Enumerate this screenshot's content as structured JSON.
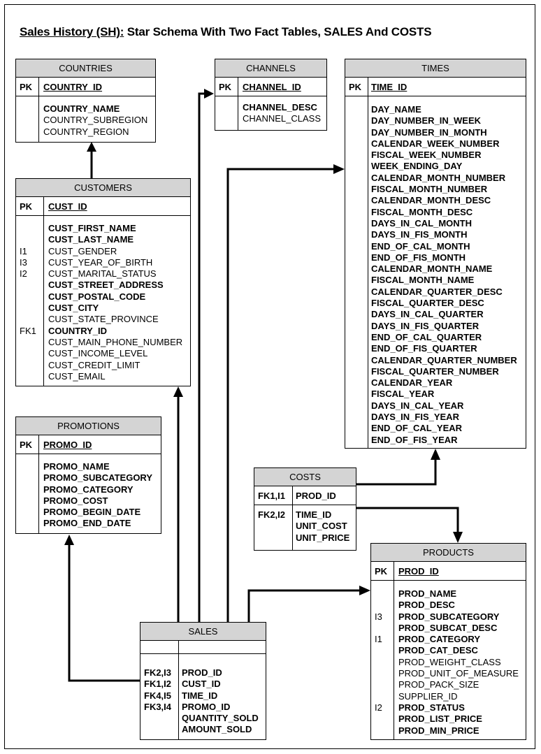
{
  "title": {
    "main": "Sales History (SH):",
    "rest": " Star Schema With Two Fact Tables, SALES And COSTS"
  },
  "tables": {
    "countries": {
      "name": "COUNTRIES",
      "pk_key": "PK",
      "pk_col": "COUNTRY_ID",
      "keys": [
        "",
        "",
        ""
      ],
      "cols": [
        "COUNTRY_NAME",
        "COUNTRY_SUBREGION",
        "COUNTRY_REGION"
      ],
      "bold": [
        true,
        false,
        false
      ]
    },
    "channels": {
      "name": "CHANNELS",
      "pk_key": "PK",
      "pk_col": "CHANNEL_ID",
      "keys": [
        "",
        ""
      ],
      "cols": [
        "CHANNEL_DESC",
        "CHANNEL_CLASS"
      ],
      "bold": [
        true,
        false
      ]
    },
    "times": {
      "name": "TIMES",
      "pk_key": "PK",
      "pk_col": "TIME_ID",
      "keys": [],
      "cols": [
        "DAY_NAME",
        "DAY_NUMBER_IN_WEEK",
        "DAY_NUMBER_IN_MONTH",
        "CALENDAR_WEEK_NUMBER",
        "FISCAL_WEEK_NUMBER",
        "WEEK_ENDING_DAY",
        "CALENDAR_MONTH_NUMBER",
        "FISCAL_MONTH_NUMBER",
        "CALENDAR_MONTH_DESC",
        "FISCAL_MONTH_DESC",
        "DAYS_IN_CAL_MONTH",
        "DAYS_IN_FIS_MONTH",
        "END_OF_CAL_MONTH",
        "END_OF_FIS_MONTH",
        "CALENDAR_MONTH_NAME",
        "FISCAL_MONTH_NAME",
        "CALENDAR_QUARTER_DESC",
        "FISCAL_QUARTER_DESC",
        "DAYS_IN_CAL_QUARTER",
        "DAYS_IN_FIS_QUARTER",
        "END_OF_CAL_QUARTER",
        "END_OF_FIS_QUARTER",
        "CALENDAR_QUARTER_NUMBER",
        "FISCAL_QUARTER_NUMBER",
        "CALENDAR_YEAR",
        "FISCAL_YEAR",
        "DAYS_IN_CAL_YEAR",
        "DAYS_IN_FIS_YEAR",
        "END_OF_CAL_YEAR",
        "END_OF_FIS_YEAR"
      ],
      "bold": [
        true,
        true,
        true,
        true,
        true,
        true,
        true,
        true,
        true,
        true,
        true,
        true,
        true,
        true,
        true,
        true,
        true,
        true,
        true,
        true,
        true,
        true,
        true,
        true,
        true,
        true,
        true,
        true,
        true,
        true
      ]
    },
    "customers": {
      "name": "CUSTOMERS",
      "pk_key": "PK",
      "pk_col": "CUST_ID",
      "keys": [
        "",
        "",
        "I1",
        "I3",
        "I2",
        "",
        "",
        "",
        "",
        "FK1",
        "",
        "",
        "",
        ""
      ],
      "cols": [
        "CUST_FIRST_NAME",
        "CUST_LAST_NAME",
        "CUST_GENDER",
        "CUST_YEAR_OF_BIRTH",
        "CUST_MARITAL_STATUS",
        "CUST_STREET_ADDRESS",
        "CUST_POSTAL_CODE",
        "CUST_CITY",
        "CUST_STATE_PROVINCE",
        "COUNTRY_ID",
        "CUST_MAIN_PHONE_NUMBER",
        "CUST_INCOME_LEVEL",
        "CUST_CREDIT_LIMIT",
        "CUST_EMAIL"
      ],
      "bold": [
        true,
        true,
        false,
        false,
        false,
        true,
        true,
        true,
        false,
        true,
        false,
        false,
        false,
        false
      ]
    },
    "promotions": {
      "name": "PROMOTIONS",
      "pk_key": "PK",
      "pk_col": "PROMO_ID",
      "keys": [],
      "cols": [
        "PROMO_NAME",
        "PROMO_SUBCATEGORY",
        "PROMO_CATEGORY",
        "PROMO_COST",
        "PROMO_BEGIN_DATE",
        "PROMO_END_DATE"
      ],
      "bold": [
        true,
        true,
        true,
        true,
        true,
        true
      ]
    },
    "costs": {
      "name": "COSTS",
      "pk_key": "FK1,I1",
      "pk_col": "PROD_ID",
      "keys": [
        "FK2,I2",
        "",
        ""
      ],
      "cols": [
        "TIME_ID",
        "UNIT_COST",
        "UNIT_PRICE"
      ],
      "bold": [
        true,
        true,
        true
      ]
    },
    "products": {
      "name": "PRODUCTS",
      "pk_key": "PK",
      "pk_col": "PROD_ID",
      "keys": [
        "",
        "",
        "I3",
        "",
        "I1",
        "",
        "",
        "",
        "",
        "",
        "I2",
        "",
        ""
      ],
      "cols": [
        "PROD_NAME",
        "PROD_DESC",
        "PROD_SUBCATEGORY",
        "PROD_SUBCAT_DESC",
        "PROD_CATEGORY",
        "PROD_CAT_DESC",
        "PROD_WEIGHT_CLASS",
        "PROD_UNIT_OF_MEASURE",
        "PROD_PACK_SIZE",
        "SUPPLIER_ID",
        "PROD_STATUS",
        "PROD_LIST_PRICE",
        "PROD_MIN_PRICE"
      ],
      "bold": [
        true,
        true,
        true,
        true,
        true,
        true,
        false,
        false,
        false,
        false,
        true,
        true,
        true
      ]
    },
    "sales": {
      "name": "SALES",
      "pk_key": "",
      "pk_col": "",
      "keys": [
        "FK2,I3",
        "FK1,I2",
        "FK4,I5",
        "FK3,I4",
        "",
        ""
      ],
      "cols": [
        "PROD_ID",
        "CUST_ID",
        "TIME_ID",
        "PROMO_ID",
        "QUANTITY_SOLD",
        "AMOUNT_SOLD"
      ],
      "bold": [
        true,
        true,
        true,
        true,
        true,
        true
      ]
    }
  }
}
